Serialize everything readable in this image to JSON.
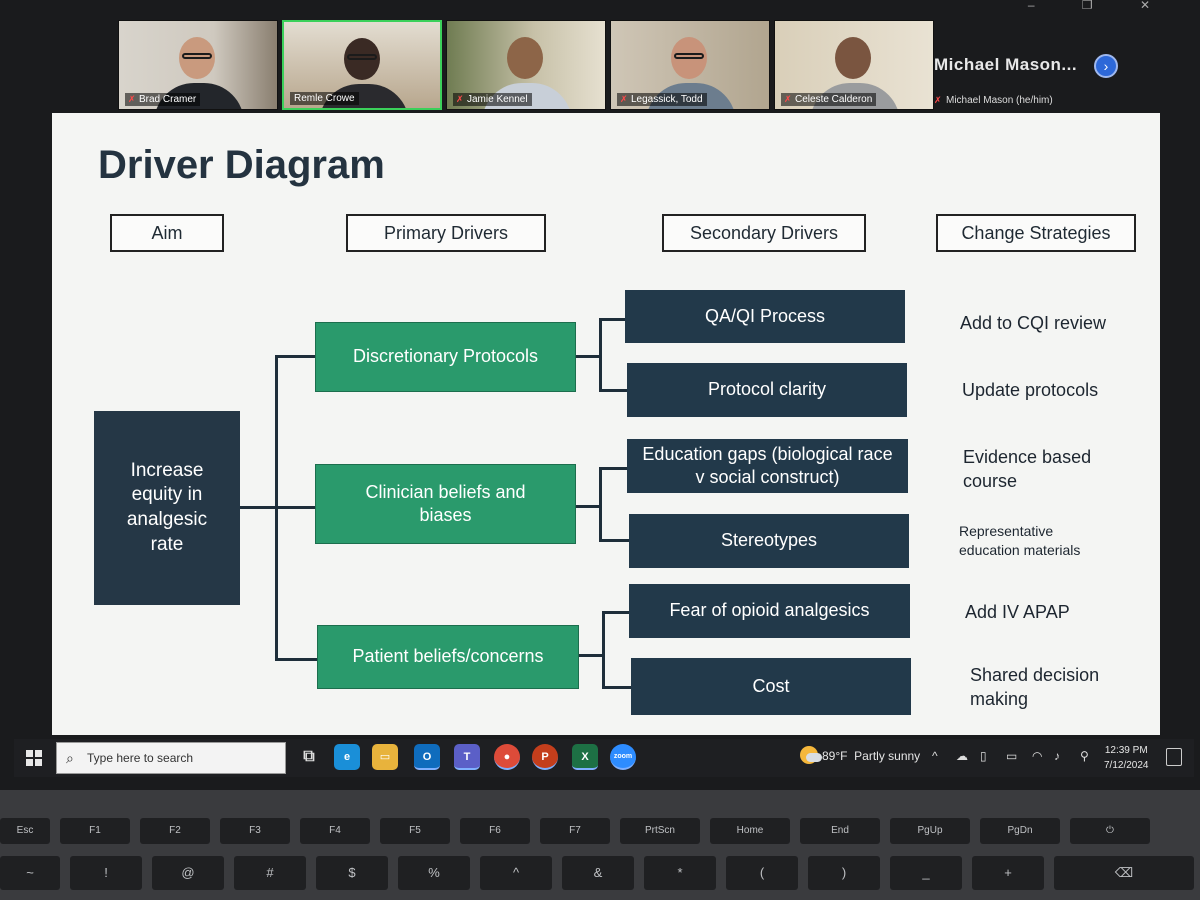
{
  "gallery": {
    "participants": [
      {
        "name": "Brad Cramer",
        "muted": true,
        "active": false
      },
      {
        "name": "Remle Crowe",
        "muted": false,
        "active": true
      },
      {
        "name": "Jamie Kennel",
        "muted": true,
        "active": false
      },
      {
        "name": "Legassick, Todd",
        "muted": true,
        "active": false
      },
      {
        "name": "Celeste Calderon",
        "muted": true,
        "active": false
      }
    ],
    "overflow_name": "Michael  Mason...",
    "overflow_subtitle": "Michael Mason (he/him)",
    "next_arrow": "›",
    "mic_glyph": "✗",
    "window_controls": "– ❐ ✕"
  },
  "slide": {
    "title": "Driver Diagram",
    "headers": {
      "aim": "Aim",
      "primary": "Primary Drivers",
      "secondary": "Secondary Drivers",
      "strategies": "Change Strategies"
    },
    "aim": "Increase equity in analgesic rate",
    "primary_drivers": [
      "Discretionary Protocols",
      "Clinician beliefs and biases",
      "Patient beliefs/concerns"
    ],
    "secondary_drivers": [
      "QA/QI Process",
      "Protocol clarity",
      "Education gaps (biological race v social construct)",
      "Stereotypes",
      "Fear of opioid analgesics",
      "Cost"
    ],
    "change_strategies": [
      "Add to CQI review",
      "Update protocols",
      "Evidence based course",
      "Representative education materials",
      "Add IV APAP",
      "Shared decision making"
    ]
  },
  "taskbar": {
    "search_placeholder": "Type here to search",
    "search_icon": "⌕",
    "task_view_icon": "⧉",
    "apps": [
      {
        "name": "edge",
        "glyph": "e",
        "color": "#1a8fd8"
      },
      {
        "name": "file-explorer",
        "glyph": "▭",
        "color": "#e8b33c"
      },
      {
        "name": "outlook",
        "glyph": "O",
        "color": "#0f6cbd"
      },
      {
        "name": "teams",
        "glyph": "T",
        "color": "#5b5fc7"
      },
      {
        "name": "chrome",
        "glyph": "●",
        "color": "#dd4b39"
      },
      {
        "name": "powerpoint",
        "glyph": "P",
        "color": "#c43e1c"
      },
      {
        "name": "excel",
        "glyph": "X",
        "color": "#1d7044"
      },
      {
        "name": "zoom",
        "glyph": "zoom",
        "color": "#2d8cff"
      }
    ],
    "weather_temp": "89°F",
    "weather_desc": "Partly sunny",
    "tray": [
      "^",
      "☁",
      "▯",
      "▭",
      "◠",
      "♪",
      "⚲"
    ],
    "time": "12:39 PM",
    "date": "7/12/2024"
  },
  "keyboard": {
    "fkeys": [
      "Esc",
      "F1",
      "F2",
      "F3",
      "F4",
      "F5",
      "F6",
      "F7",
      "PrtScn",
      "Home",
      "End",
      "PgUp",
      "PgDn",
      "⏻"
    ],
    "row2": [
      "~",
      "!",
      "@",
      "#",
      "$",
      "%",
      "^",
      "&",
      "*",
      "(",
      ")",
      "_",
      "+",
      "⌫"
    ]
  }
}
